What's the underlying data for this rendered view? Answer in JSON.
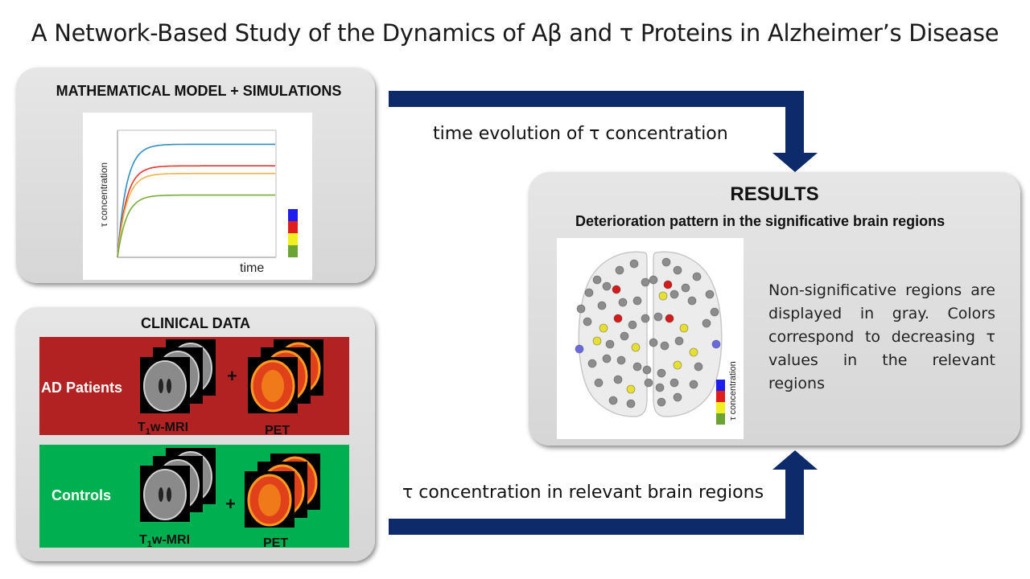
{
  "title": "A Network-Based Study of the Dynamics of Aβ and τ Proteins in Alzheimer’s Disease",
  "model_panel": {
    "heading": "MATHEMATICAL MODEL + SIMULATIONS",
    "ylabel": "τ concentration",
    "xlabel": "time",
    "curve_levels": [
      {
        "color": "#2f8fc0",
        "level": 0.89
      },
      {
        "color": "#e03a2f",
        "level": 0.72
      },
      {
        "color": "#f0b34a",
        "level": 0.66
      },
      {
        "color": "#79ad3a",
        "level": 0.49
      }
    ],
    "scale_colors": [
      "#1d1df0",
      "#e01e1e",
      "#f0f020",
      "#6ca335"
    ]
  },
  "clinical_panel": {
    "heading": "CLINICAL DATA",
    "patients": {
      "label": "AD Patients",
      "mri_label": "T1w-MRI",
      "mri_prefix": "T",
      "mri_sub": "1",
      "mri_suffix": "w-MRI",
      "pet_label": "PET",
      "plus": "+",
      "color": "#b22222"
    },
    "controls": {
      "label": "Controls",
      "mri_label": "T1w-MRI",
      "mri_prefix": "T",
      "mri_sub": "1",
      "mri_suffix": "w-MRI",
      "pet_label": "PET",
      "plus": "+",
      "color": "#00b050"
    }
  },
  "top_arrow_label": "time evolution of τ concentration",
  "bottom_arrow_label": "τ concentration in relevant brain regions",
  "results_panel": {
    "heading": "RESULTS",
    "subheading": "Deterioration pattern in the significative brain regions",
    "colorbar_label": "τ concentration",
    "description": "Non-significative regions are displayed in gray. Colors correspond to decreasing τ values in the relevant regions"
  },
  "colors": {
    "arrow": "#0d2a6b",
    "panel": "#dcdcdc"
  }
}
